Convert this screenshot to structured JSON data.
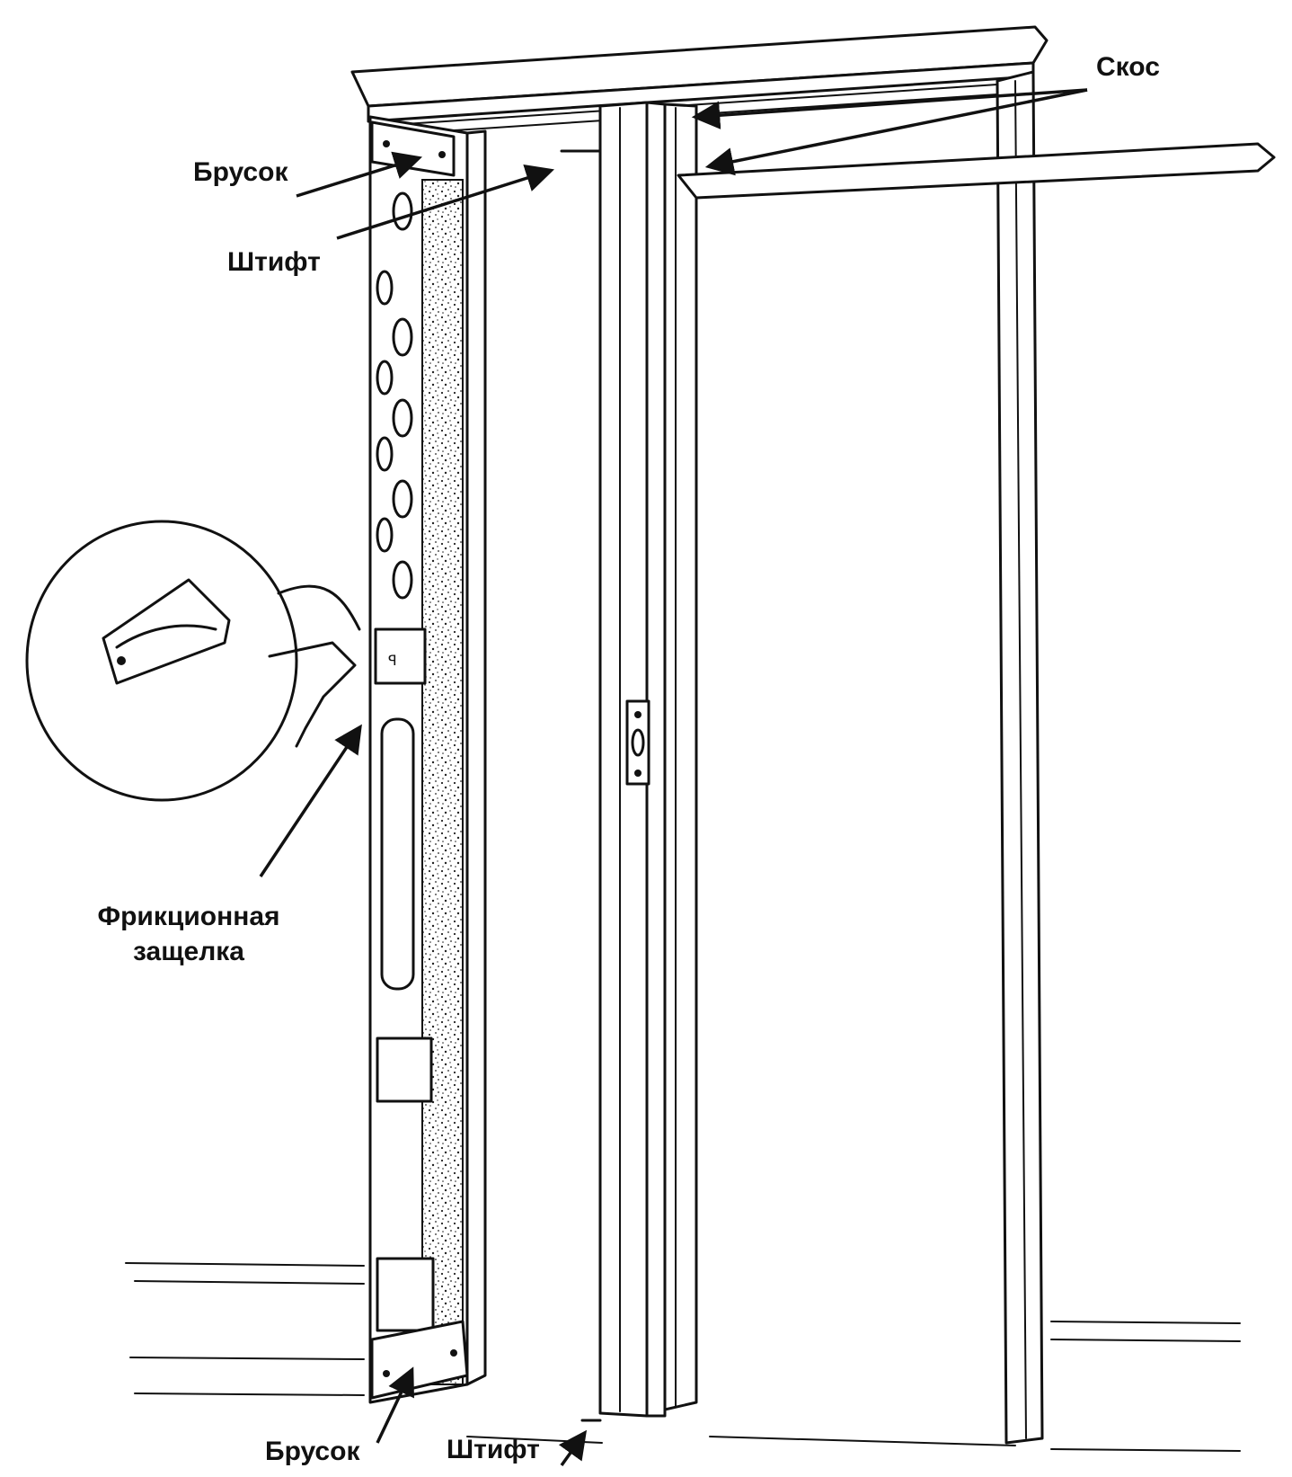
{
  "labels": {
    "skos": "Скос",
    "brusok_top": "Брусок",
    "shtift_top": "Штифт",
    "latch_line1": "Фрикционная",
    "latch_line2": "защелка",
    "brusok_bottom": "Брусок",
    "shtift_bottom": "Штифт"
  }
}
